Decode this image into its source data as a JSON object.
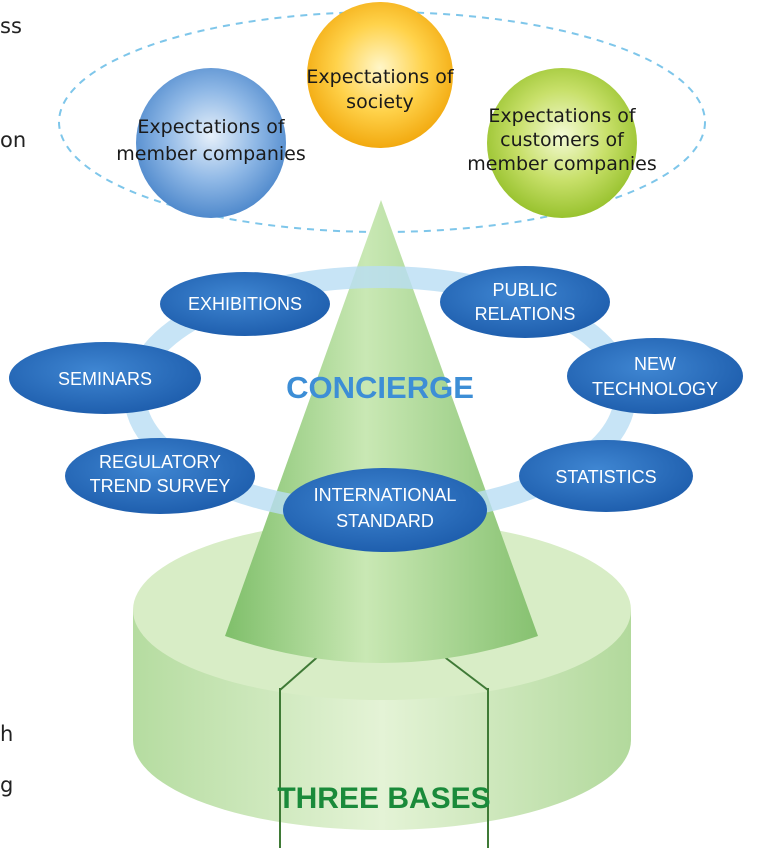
{
  "left_edge_text": [
    "ss",
    "on",
    "h",
    "g"
  ],
  "expectations": {
    "member_companies": [
      "Expectations of",
      "member companies"
    ],
    "society": [
      "Expectations of",
      "society"
    ],
    "customers": [
      "Expectations of",
      "customers of",
      "member companies"
    ]
  },
  "center_label": "CONCIERGE",
  "activities": {
    "exhibitions": [
      "EXHIBITIONS"
    ],
    "public_relations": [
      "PUBLIC",
      "RELATIONS"
    ],
    "seminars": [
      "SEMINARS"
    ],
    "new_technology": [
      "NEW",
      "TECHNOLOGY"
    ],
    "regulatory_trend_survey": [
      "REGULATORY",
      "TREND SURVEY"
    ],
    "statistics": [
      "STATISTICS"
    ],
    "international_standard": [
      "INTERNATIONAL",
      "STANDARD"
    ]
  },
  "base_label": "THREE BASES",
  "colors": {
    "circle_member": "#5b92d2",
    "circle_society": "#f6b81a",
    "circle_customers": "#a7cc3a",
    "ellipse_blue": "#2f72c0",
    "concierge_text": "#3d8ed6",
    "base_text": "#1a8a3a",
    "cone_green": "#9bcc7e"
  }
}
